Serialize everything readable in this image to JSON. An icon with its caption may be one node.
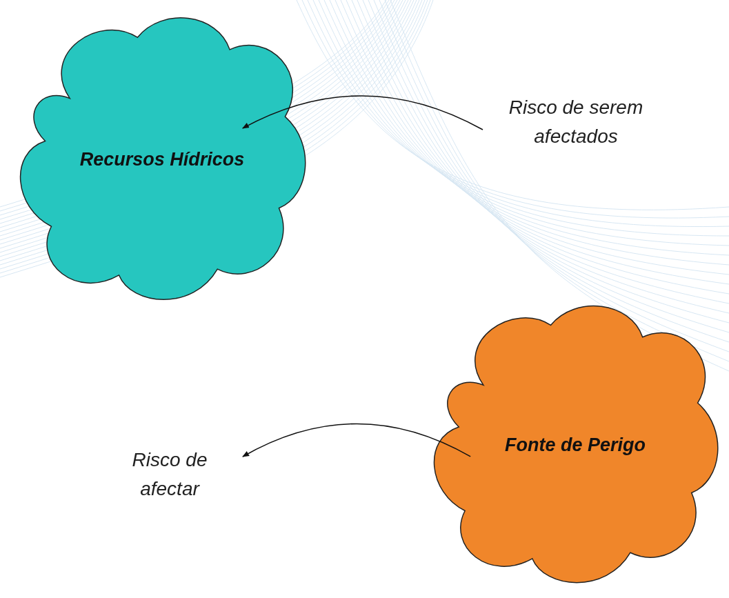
{
  "diagram": {
    "nodes": [
      {
        "text": [
          "Recursos Hídricos"
        ]
      },
      {
        "text": [
          "Fonte de Perigo"
        ]
      },
      {
        "text": [
          "Risco de serem afectados"
        ]
      },
      {
        "text": [
          "Risco de afectar"
        ]
      }
    ],
    "edges": [
      {
        "from": 2,
        "to": 0,
        "arrow": "to"
      },
      {
        "from": 1,
        "to": 3,
        "arrow": "to"
      }
    ]
  }
}
